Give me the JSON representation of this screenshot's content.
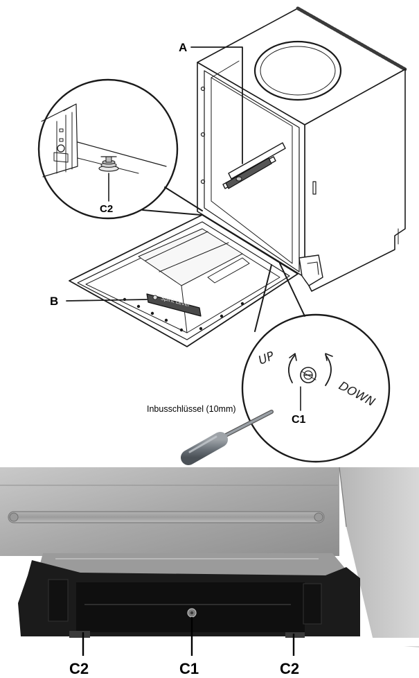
{
  "top_diagram": {
    "callouts": {
      "a": "A",
      "b": "B",
      "c1": "C1",
      "c2": "C2"
    },
    "spirit_level_label": "Spirit Level",
    "direction_up": "UP",
    "direction_down": "DOWN",
    "tool_caption": "Inbusschlüssel (10mm)"
  },
  "bottom_photo": {
    "callouts": {
      "left": "C2",
      "center": "C1",
      "right": "C2"
    }
  }
}
